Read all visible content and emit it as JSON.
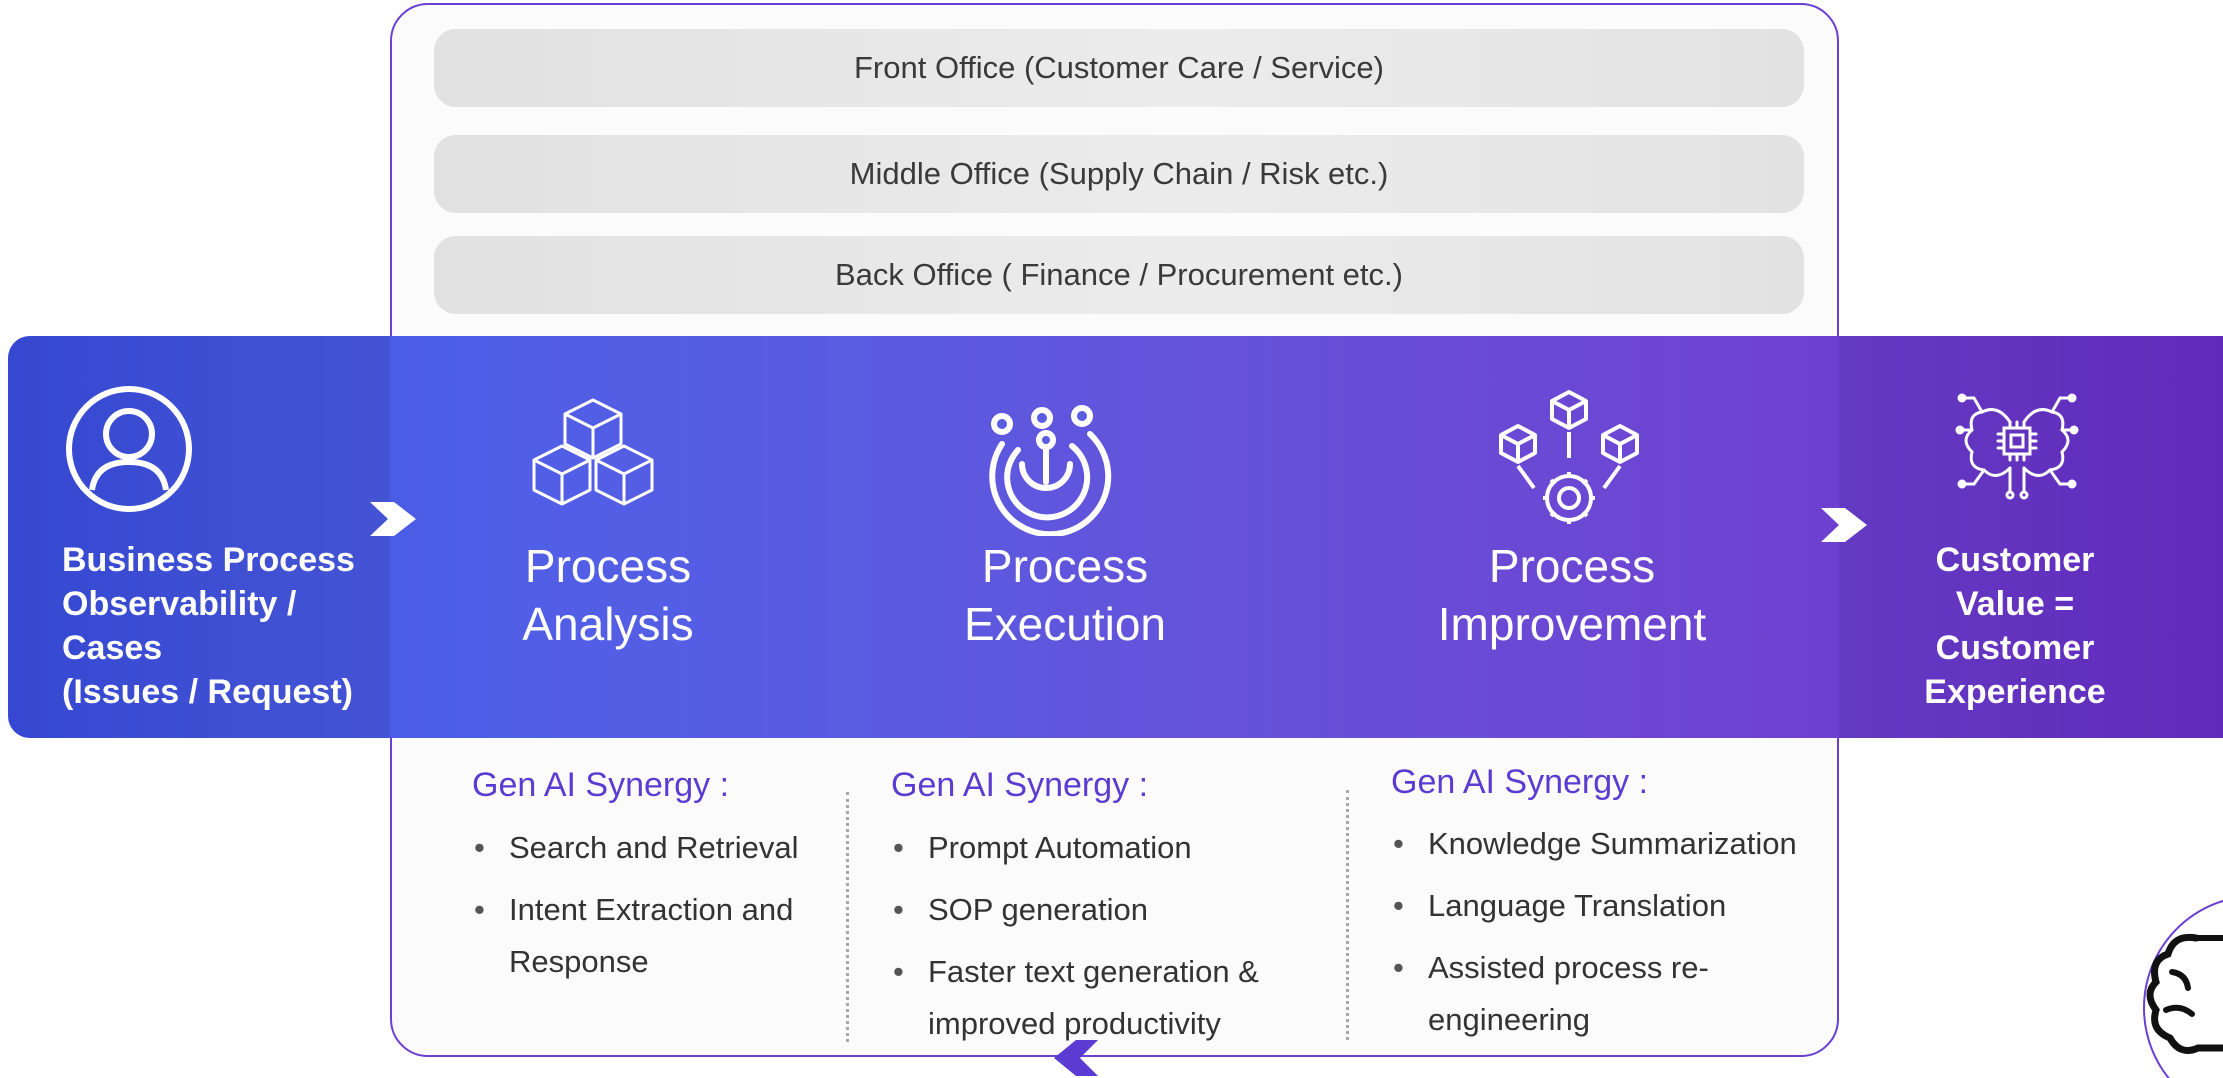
{
  "offices": [
    {
      "label": "Front Office (Customer Care / Service)"
    },
    {
      "label": "Middle Office (Supply Chain / Risk etc.)"
    },
    {
      "label": "Back Office ( Finance / Procurement etc.)"
    }
  ],
  "left_block": {
    "lines": [
      "Business Process",
      "Observability /",
      "Cases",
      "(Issues / Request)"
    ],
    "icon": "user-icon"
  },
  "stages": [
    {
      "line1": "Process",
      "line2": "Analysis",
      "icon": "cubes-icon"
    },
    {
      "line1": "Process",
      "line2": "Execution",
      "icon": "circuit-loop-icon"
    },
    {
      "line1": "Process",
      "line2": "Improvement",
      "icon": "gear-cubes-icon"
    }
  ],
  "right_block": {
    "lines": [
      "Customer",
      "Value =",
      "Customer",
      "Experience"
    ],
    "icon": "ai-brain-chip-icon"
  },
  "synergy": [
    {
      "heading": "Gen AI Synergy :",
      "items": [
        "Search and Retrieval",
        "Intent Extraction and",
        "Response"
      ]
    },
    {
      "heading": "Gen AI Synergy :",
      "items": [
        "Prompt Automation",
        "SOP generation",
        "Faster text generation &",
        "improved productivity"
      ]
    },
    {
      "heading": "Gen AI Synergy :",
      "items": [
        "Knowledge Summarization",
        "Language Translation",
        "Assisted process re-",
        "engineering"
      ]
    }
  ],
  "colors": {
    "frame_border": "#6b3fd4",
    "band_start": "#3a4fe0",
    "band_end": "#6a2dc8",
    "synergy_heading": "#5b3cd2"
  }
}
